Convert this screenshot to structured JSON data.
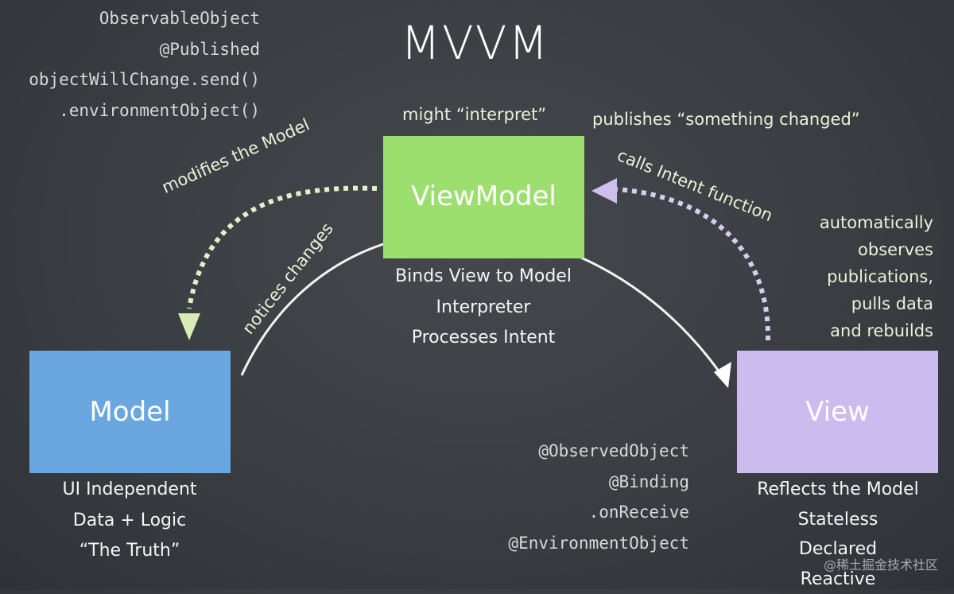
{
  "title": "MVVM",
  "top_left_code": [
    "ObservableObject",
    "@Published",
    "objectWillChange.send()",
    ".environmentObject()"
  ],
  "bottom_code": [
    "@ObservedObject",
    "@Binding",
    ".onReceive",
    "@EnvironmentObject"
  ],
  "boxes": {
    "viewmodel": {
      "label": "ViewModel",
      "color": "#9ddf6e"
    },
    "model": {
      "label": "Model",
      "color": "#6aa6df"
    },
    "view": {
      "label": "View",
      "color": "#cbbbef"
    }
  },
  "captions": {
    "viewmodel": [
      "Binds View to Model",
      "Interpreter",
      "Processes Intent"
    ],
    "model": [
      "UI Independent",
      "Data + Logic",
      "“The Truth”"
    ],
    "view": [
      "Reflects the Model",
      "Stateless",
      "Declared",
      "Reactive"
    ]
  },
  "notes": {
    "might_interpret": "might “interpret”",
    "publishes": "publishes “something changed”",
    "modifies_model": "modifies the Model",
    "notices_changes": "notices changes",
    "calls_intent": "calls Intent function",
    "auto_observes": [
      "automatically",
      "observes",
      "publications,",
      "pulls data",
      "and rebuilds"
    ]
  },
  "watermark": "@稀土掘金技术社区"
}
